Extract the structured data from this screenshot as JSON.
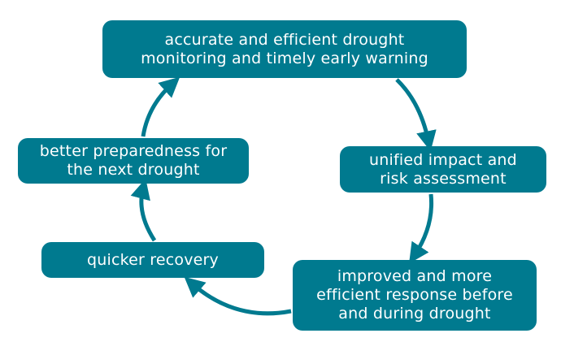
{
  "diagram": {
    "accent_color": "#007a8f",
    "background_color": "#ffffff",
    "stages": [
      {
        "id": "monitoring",
        "lines": [
          "accurate and efficient drought",
          "monitoring and timely early warning"
        ]
      },
      {
        "id": "impact",
        "lines": [
          "unified impact and",
          "risk assessment"
        ]
      },
      {
        "id": "response",
        "lines": [
          "improved and more",
          "efficient response before",
          "and during drought"
        ]
      },
      {
        "id": "recovery",
        "lines": [
          "quicker recovery"
        ]
      },
      {
        "id": "preparedness",
        "lines": [
          "better preparedness for",
          "the next drought"
        ]
      }
    ],
    "flow": [
      "monitoring",
      "impact",
      "response",
      "recovery",
      "preparedness",
      "monitoring"
    ]
  }
}
